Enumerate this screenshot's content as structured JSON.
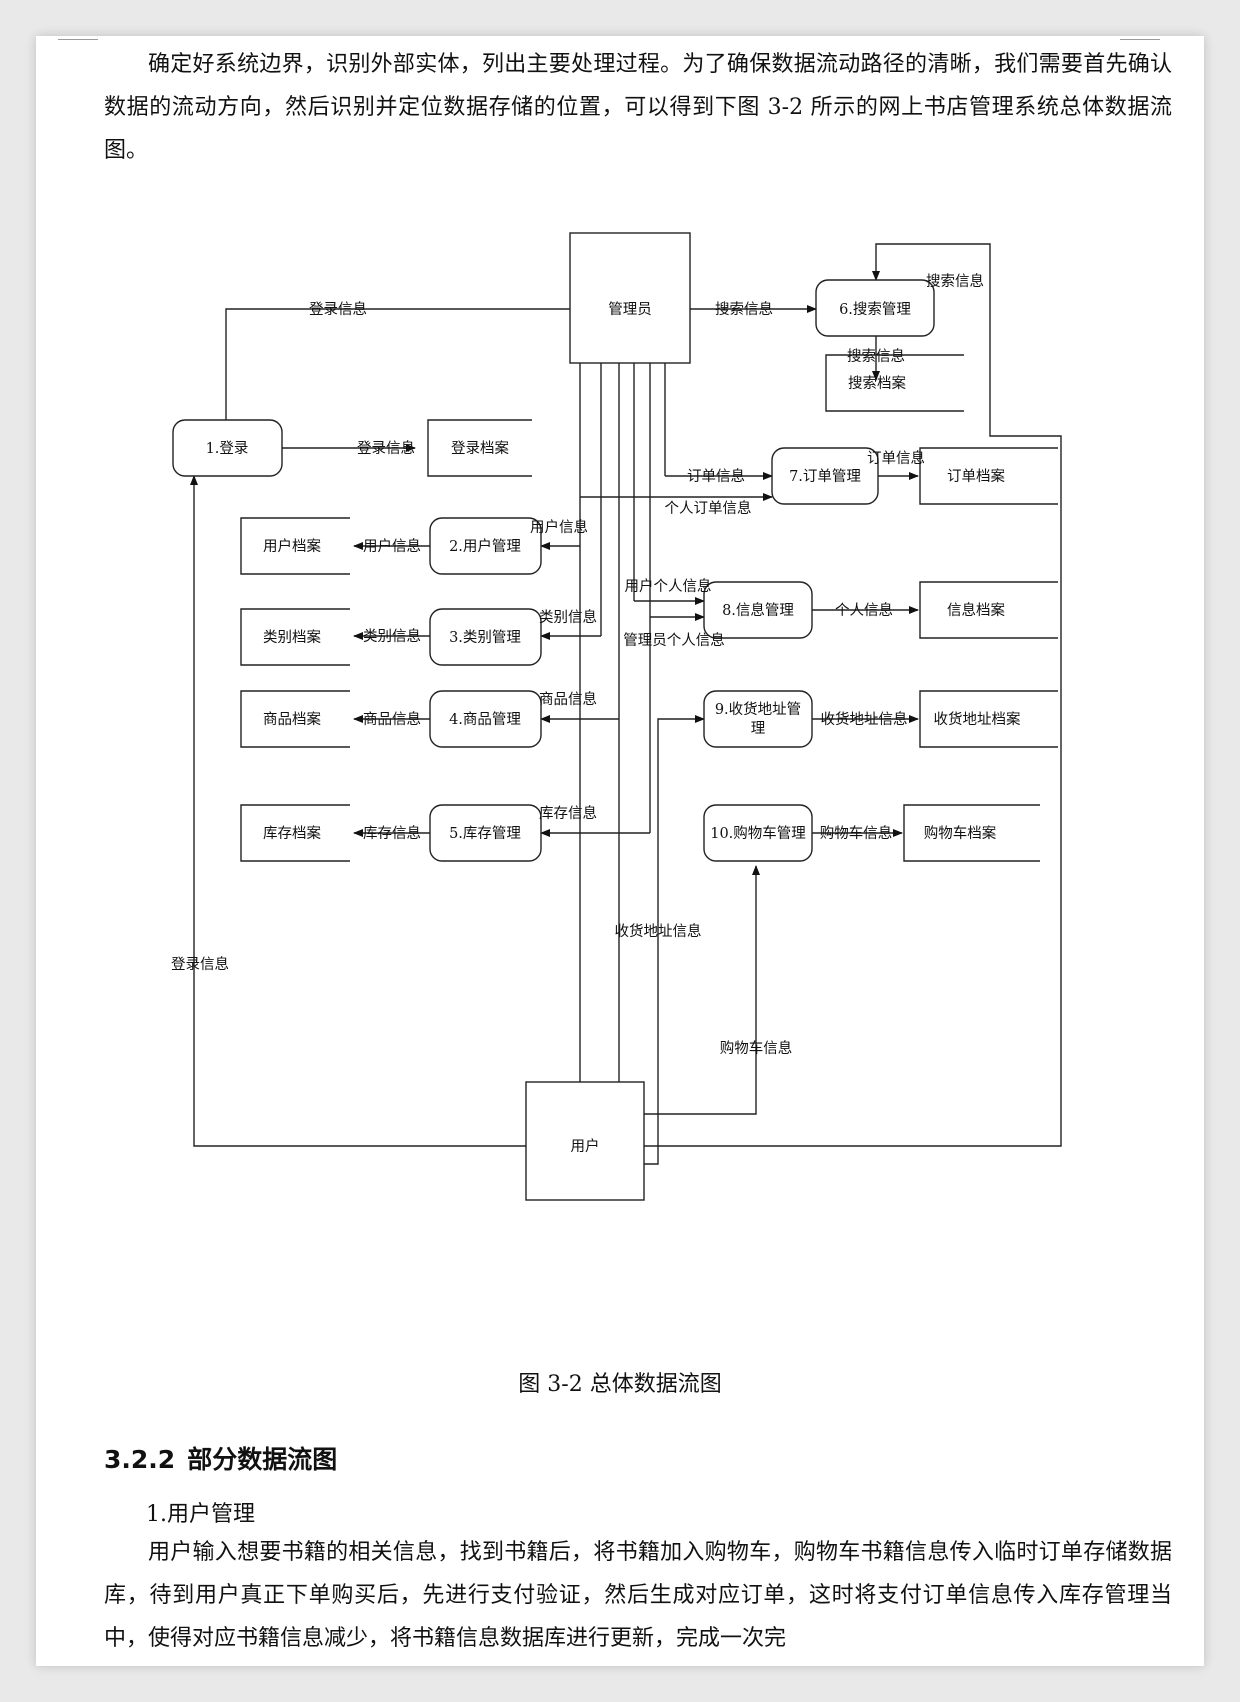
{
  "document": {
    "intro_paragraph": "确定好系统边界，识别外部实体，列出主要处理过程。为了确保数据流动路径的清晰，我们需要首先确认数据的流动方向，然后识别并定位数据存储的位置，可以得到下图 3-2 所示的网上书店管理系统总体数据流图。",
    "figure_caption": "图 3-2 总体数据流图",
    "section_number": "3.2.2",
    "section_title": "部分数据流图",
    "subsection_title": "1.用户管理",
    "body_paragraph": "用户输入想要书籍的相关信息，找到书籍后，将书籍加入购物车，购物车书籍信息传入临时订单存储数据库，待到用户真正下单购买后，先进行支付验证，然后生成对应订单，这时将支付订单信息传入库存管理当中，使得对应书籍信息减少，将书籍信息数据库进行更新，完成一次完"
  },
  "diagram": {
    "entities": {
      "admin": "管理员",
      "user": "用户"
    },
    "processes": {
      "p1": "1.登录",
      "p2": "2.用户管理",
      "p3": "3.类别管理",
      "p4": "4.商品管理",
      "p5": "5.库存管理",
      "p6": "6.搜索管理",
      "p7": "7.订单管理",
      "p8": "8.信息管理",
      "p9_line1": "9.收货地址管",
      "p9_line2": "理",
      "p10": "10.购物车管理"
    },
    "stores": {
      "login": "登录档案",
      "user": "用户档案",
      "category": "类别档案",
      "product": "商品档案",
      "stock": "库存档案",
      "search": "搜索档案",
      "order": "订单档案",
      "info": "信息档案",
      "address": "收货地址档案",
      "cart": "购物车档案"
    },
    "flows": {
      "admin_login": "登录信息",
      "admin_search": "搜索信息",
      "search_store": "搜索信息",
      "search_loop": "搜索信息",
      "login_store": "登录信息",
      "order_info": "订单信息",
      "personal_order": "个人订单信息",
      "order_store": "订单信息",
      "user_info_in": "用户信息",
      "user_info_out": "用户信息",
      "category_in": "类别信息",
      "category_out": "类别信息",
      "user_personal": "用户个人信息",
      "admin_personal": "管理员个人信息",
      "personal_out": "个人信息",
      "product_in": "商品信息",
      "product_out": "商品信息",
      "address_out": "收货地址信息",
      "stock_in": "库存信息",
      "stock_out": "库存信息",
      "cart_out": "购物车信息",
      "address_from_user": "收货地址信息",
      "user_login": "登录信息",
      "cart_from_user": "购物车信息"
    }
  }
}
